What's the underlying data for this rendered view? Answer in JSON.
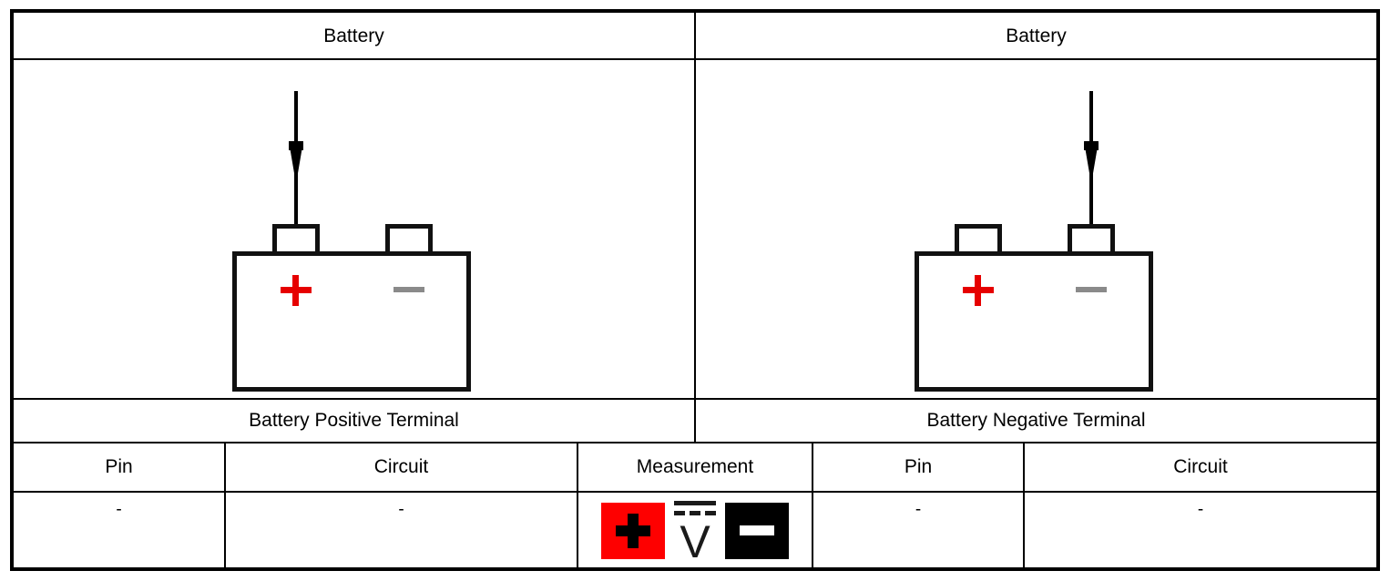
{
  "diagram": {
    "title_left": "Battery",
    "title_right": "Battery",
    "terminal_label_left": "Battery Positive Terminal",
    "terminal_label_right": "Battery Negative Terminal",
    "colors": {
      "positive_marking": "#e60000",
      "negative_marking": "#8a8a8a",
      "measure_positive_bg": "#fe0000",
      "measure_negative_bg": "#000000",
      "border": "#000000"
    },
    "batteries": [
      {
        "name": "battery-positive",
        "positive_marking": "+",
        "negative_marking": "−",
        "probe_attached_to": "positive-terminal"
      },
      {
        "name": "battery-negative",
        "positive_marking": "+",
        "negative_marking": "−",
        "probe_attached_to": "negative-terminal"
      }
    ]
  },
  "table": {
    "headers_left": {
      "pin": "Pin",
      "circuit": "Circuit"
    },
    "headers_center": {
      "measurement": "Measurement"
    },
    "headers_right": {
      "pin": "Pin",
      "circuit": "Circuit"
    },
    "values_left": {
      "pin": "-",
      "circuit": "-"
    },
    "values_right": {
      "pin": "-",
      "circuit": "-"
    },
    "measurement": {
      "positive_icon": "+",
      "negative_icon": "−",
      "unit_symbol": "V",
      "mode": "dc-voltage"
    }
  }
}
